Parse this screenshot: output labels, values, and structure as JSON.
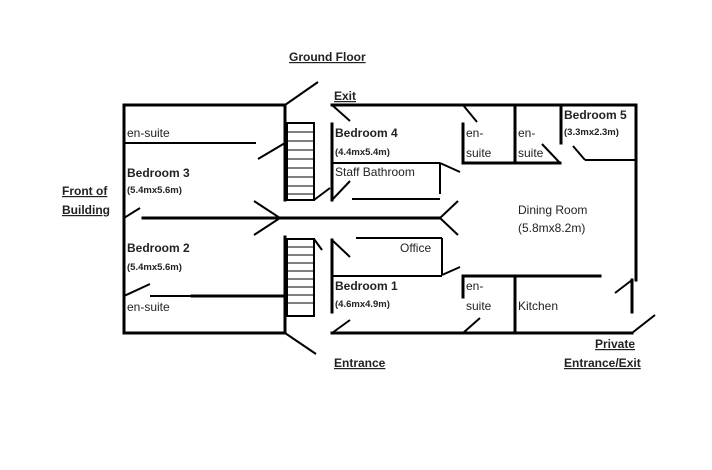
{
  "title": "Ground Floor",
  "markers": {
    "exit": "Exit",
    "entrance": "Entrance",
    "front_line1": "Front of",
    "front_line2": "Building",
    "private_line1": "Private",
    "private_line2": "Entrance/Exit"
  },
  "rooms": {
    "ensuite_top_left": "en-suite",
    "bedroom3": {
      "name": "Bedroom 3",
      "size": "(5.4mx5.6m)"
    },
    "bedroom2": {
      "name": "Bedroom 2",
      "size": "(5.4mx5.6m)"
    },
    "ensuite_bottom_left": "en-suite",
    "bedroom4": {
      "name": "Bedroom 4",
      "size": "(4.4mx5.4m)"
    },
    "staff_bathroom": "Staff Bathroom",
    "office": "Office",
    "bedroom1": {
      "name": "Bedroom 1",
      "size": "(4.6mx4.9m)"
    },
    "ensuite_b4": {
      "line1": "en-",
      "line2": "suite"
    },
    "ensuite_b5": {
      "line1": "en-",
      "line2": "suite"
    },
    "ensuite_b1": {
      "line1": "en-",
      "line2": "suite"
    },
    "bedroom5": {
      "name": "Bedroom 5",
      "size": "(3.3mx2.3m)"
    },
    "dining": {
      "name": "Dining Room",
      "size": "(5.8mx8.2m)"
    },
    "kitchen": "Kitchen"
  }
}
